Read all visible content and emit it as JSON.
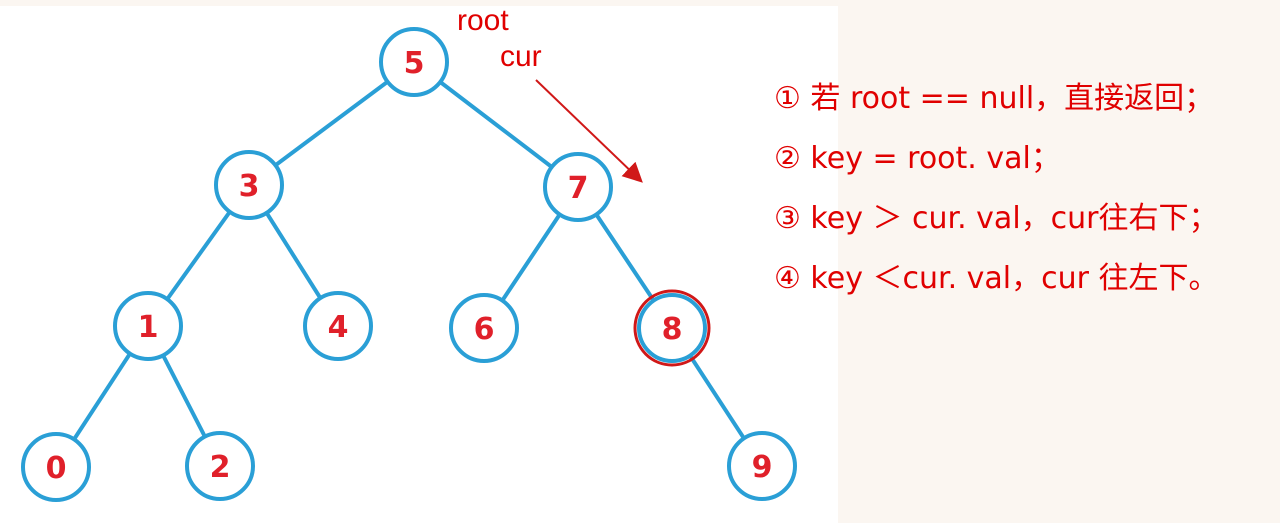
{
  "colors": {
    "node_stroke": "#2a9fd6",
    "edge_stroke": "#2a9fd6",
    "node_text": "#e0202a",
    "highlight_stroke": "#d01818",
    "annotation_text": "#e00000",
    "arrow": "#d01818"
  },
  "labels": {
    "root": "root",
    "cur": "cur"
  },
  "tree": {
    "nodes": [
      {
        "id": "n5",
        "value": "5"
      },
      {
        "id": "n3",
        "value": "3"
      },
      {
        "id": "n7",
        "value": "7"
      },
      {
        "id": "n1",
        "value": "1"
      },
      {
        "id": "n4",
        "value": "4"
      },
      {
        "id": "n6",
        "value": "6"
      },
      {
        "id": "n8",
        "value": "8",
        "highlighted": true
      },
      {
        "id": "n0",
        "value": "0"
      },
      {
        "id": "n2",
        "value": "2"
      },
      {
        "id": "n9",
        "value": "9"
      }
    ],
    "edges": [
      {
        "from": "n5",
        "to": "n3"
      },
      {
        "from": "n5",
        "to": "n7"
      },
      {
        "from": "n3",
        "to": "n1"
      },
      {
        "from": "n3",
        "to": "n4"
      },
      {
        "from": "n7",
        "to": "n6"
      },
      {
        "from": "n7",
        "to": "n8"
      },
      {
        "from": "n1",
        "to": "n0"
      },
      {
        "from": "n1",
        "to": "n2"
      },
      {
        "from": "n8",
        "to": "n9"
      }
    ]
  },
  "steps": [
    "① 若 root == null，直接返回；",
    "② key = root. val；",
    "③ key ＞ cur. val，cur往右下；",
    "④ key ＜cur. val，cur 往左下。"
  ]
}
